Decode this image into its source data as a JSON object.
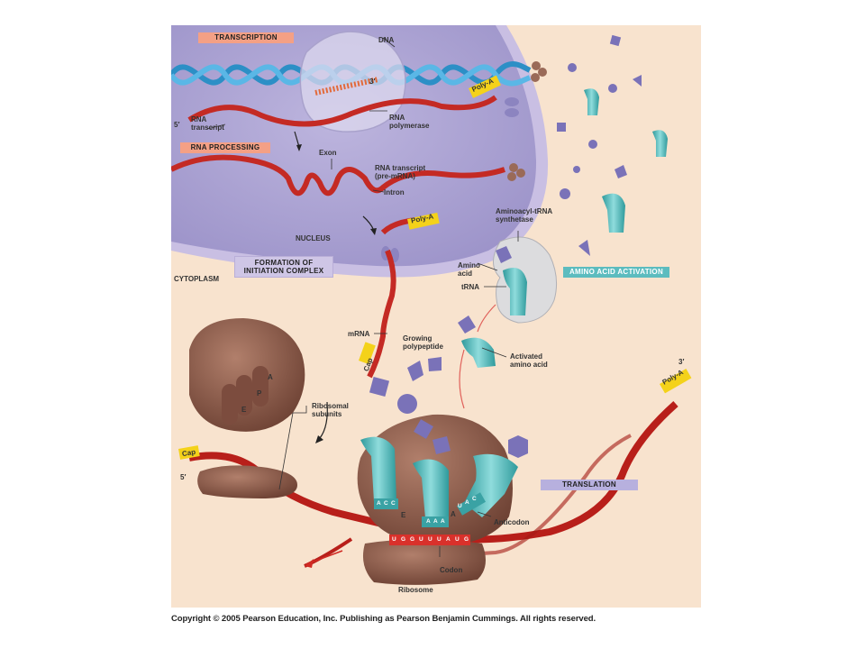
{
  "labels": {
    "transcription": "TRANSCRIPTION",
    "dna": "DNA",
    "three_prime_top": "3′",
    "five_prime_left": "5′",
    "rna_transcript": "RNA\ntranscript",
    "rna_polymerase": "RNA\npolymerase",
    "rna_processing": "RNA PROCESSING",
    "exon": "Exon",
    "pre_mrna": "RNA transcript\n(pre-mRNA)",
    "intron": "Intron",
    "nucleus": "NUCLEUS",
    "formation": "FORMATION OF\nINITIATION COMPLEX",
    "cytoplasm": "CYTOPLASM",
    "aminoacyl": "Aminoacyl-tRNA\nsynthetase",
    "amino_acid": "Amino\nacid",
    "trna": "tRNA",
    "amino_acid_activation": "AMINO ACID ACTIVATION",
    "mrna": "mRNA",
    "growing_polypeptide": "Growing\npolypeptide",
    "activated_amino_acid": "Activated\namino acid",
    "three_prime_right": "3′",
    "ribosomal_subunits": "Ribosomal\nsubunits",
    "site_a_top": "A",
    "site_p_top": "P",
    "site_e_top": "E",
    "five_prime_bottom": "5′",
    "translation": "TRANSLATION",
    "site_e": "E",
    "site_a": "A",
    "anticodon": "Anticodon",
    "codon": "Codon",
    "ribosome": "Ribosome"
  },
  "tags": {
    "poly_a_1": "Poly-A",
    "poly_a_2": "Poly-A",
    "poly_a_3": "Poly-A",
    "cap_1": "Cap",
    "cap_2": "Cap"
  },
  "sequences": {
    "anticodon_1": [
      "A",
      "C",
      "C"
    ],
    "anticodon_2": [
      "A",
      "A",
      "A"
    ],
    "anticodon_3": [
      "U",
      "A",
      "C"
    ],
    "codons": [
      "U",
      "G",
      "G",
      "U",
      "U",
      "U",
      "A",
      "U",
      "G"
    ]
  },
  "colors": {
    "background": "#f8e3ce",
    "nucleus": "#b3aad6",
    "mrna": "#c42a24",
    "trna": "#4fb5b5",
    "ribosome": "#8a5a4a",
    "amino_acid": "#7a72b8",
    "poly_a_tag": "#f4d21a"
  },
  "copyright": "Copyright © 2005 Pearson Education, Inc. Publishing as Pearson Benjamin Cummings. All rights reserved."
}
